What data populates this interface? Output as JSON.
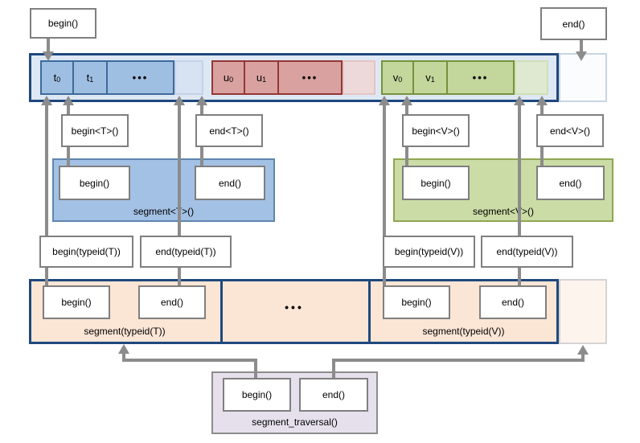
{
  "labels": {
    "begin": "begin()",
    "end": "end()",
    "begin_t": "begin<T>()",
    "end_t": "end<T>()",
    "begin_v": "begin<V>()",
    "end_v": "end<V>()",
    "segment_t": "segment<T>()",
    "segment_v": "segment<V>()",
    "begin_typeid_t": "begin(typeid(T))",
    "end_typeid_t": "end(typeid(T))",
    "begin_typeid_v": "begin(typeid(V))",
    "end_typeid_v": "end(typeid(V))",
    "segment_typeid_t": "segment(typeid(T))",
    "segment_typeid_v": "segment(typeid(V))",
    "segment_traversal": "segment_traversal()",
    "ellipsis": "•••"
  },
  "cells": {
    "t": [
      {
        "base": "t",
        "sub": "0"
      },
      {
        "base": "t",
        "sub": "1"
      }
    ],
    "u": [
      {
        "base": "u",
        "sub": "0"
      },
      {
        "base": "u",
        "sub": "1"
      }
    ],
    "v": [
      {
        "base": "v",
        "sub": "0"
      },
      {
        "base": "v",
        "sub": "1"
      }
    ]
  },
  "colors": {
    "navy_border": "#1F497D",
    "bar_fill": "#DEE8F4",
    "blue_cell": "#9FBFE2",
    "blue_cell_border": "#3D6A9C",
    "red_cell": "#D9A2A0",
    "red_cell_border": "#943634",
    "green_cell": "#C3D69B",
    "green_cell_border": "#76923C",
    "segment_t_fill": "#A3C1E4",
    "segment_v_fill": "#CBDCA6",
    "orange_fill": "#FBE5D5",
    "traversal_fill": "#E5E0EC",
    "connector_gray": "#8C8C8C",
    "box_border_gray": "#7F7F7F"
  }
}
